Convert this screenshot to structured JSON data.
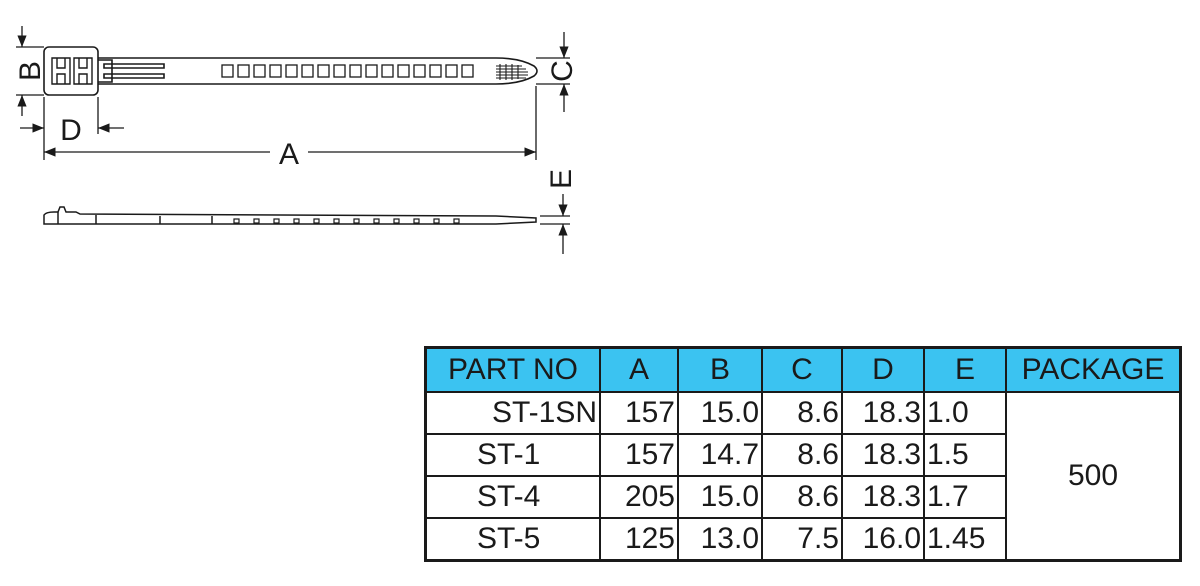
{
  "diagram": {
    "labels": {
      "a": "A",
      "b": "B",
      "c": "C",
      "d": "D",
      "e": "E"
    }
  },
  "table": {
    "headers": [
      "PART NO",
      "A",
      "B",
      "C",
      "D",
      "E",
      "PACKAGE"
    ],
    "rows": [
      [
        "ST-1SN",
        "157",
        "15.0",
        "8.6",
        "18.3",
        "1.0"
      ],
      [
        "ST-1",
        "157",
        "14.7",
        "8.6",
        "18.3",
        "1.5"
      ],
      [
        "ST-4",
        "205",
        "15.0",
        "8.6",
        "18.3",
        "1.7"
      ],
      [
        "ST-5",
        "125",
        "13.0",
        "7.5",
        "16.0",
        "1.45"
      ]
    ],
    "package": "500"
  },
  "colors": {
    "header_bg": "#3bc3f1",
    "line": "#1a1a1a"
  }
}
